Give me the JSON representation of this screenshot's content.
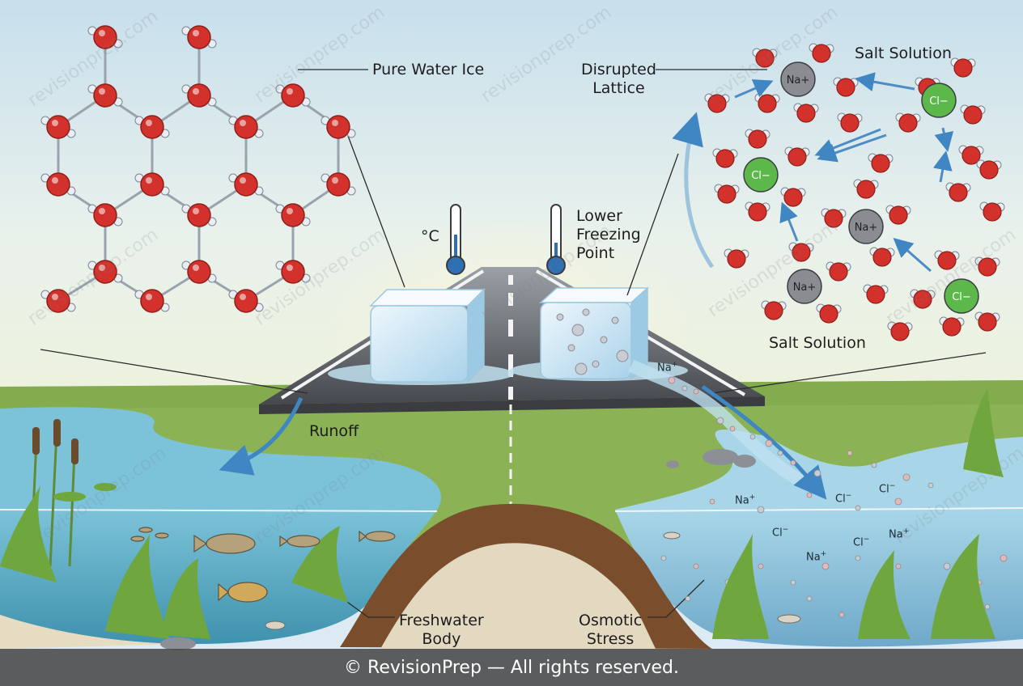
{
  "labels": {
    "pure_ice": "Pure Water Ice",
    "disrupted": "Disrupted\nLattice",
    "salt_top": "Salt Solution",
    "salt_bottom": "Salt Solution",
    "celsius": "°C",
    "lower_freezing": "Lower\nFreezing\nPoint",
    "runoff": "Runoff",
    "freshwater": "Freshwater\nBody",
    "osmotic": "Osmotic\nStress"
  },
  "ions": {
    "sodium": "Na",
    "chloride": "Cl",
    "cation_sign": "+",
    "anion_sign": "−"
  },
  "watermark": "revisionprep.com",
  "footer": "© RevisionPrep — All rights reserved.",
  "colors": {
    "oxygen": "#d3312b",
    "hydrogen": "#e8eef3",
    "chloride_ion": "#5cb84a",
    "sodium_ion": "#8a8c92",
    "fresh_water": "#5fb0cc",
    "salty_water": "#8dc6df",
    "grass": "#8bb356",
    "soil": "#7a4e2c",
    "road": "#4a4d52",
    "arrow": "#3f86c2"
  }
}
